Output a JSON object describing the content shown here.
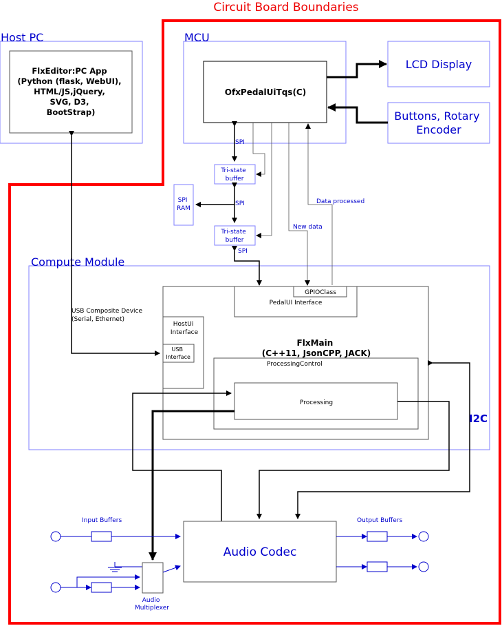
{
  "colors": {
    "boundary": "#ff0000",
    "group_border": "#7f7fff",
    "blue_text": "#0000cc",
    "black": "#000000"
  },
  "title": "Circuit Board Boundaries",
  "groups": {
    "host_pc": "Host PC",
    "mcu": "MCU",
    "compute_module": "Compute Module"
  },
  "blocks": {
    "flxeditor": [
      "FlxEditor:PC App",
      "(Python (flask, WebUI),",
      "HTML/JS,jQuery,",
      "SVG, D3,",
      "BootStrap)"
    ],
    "ofx_pedal": "OfxPedalUiTqs(C)",
    "lcd_display": "LCD Display",
    "buttons": [
      "Buttons, Rotary",
      "Encoder"
    ],
    "tristate_1": [
      "Tri-state",
      "buffer"
    ],
    "tristate_2": [
      "Tri-state",
      "buffer"
    ],
    "spi_ram": [
      "SPI",
      "RAM"
    ],
    "gpio_class": "GPIOClass",
    "pedalui_interface": "PedalUI Interface",
    "hostui_interface": [
      "HostUi",
      "Interface"
    ],
    "usb_interface": [
      "USB",
      "Interface"
    ],
    "flxmain": [
      "FlxMain",
      "(C++11, JsonCPP, JACK)"
    ],
    "processing_control": "ProcessingControl",
    "processing": "Processing",
    "audio_codec": "Audio Codec",
    "audio_mux": [
      "Audio",
      "Multiplexer"
    ]
  },
  "labels": {
    "spi_1": "SPI",
    "spi_2": "SPI",
    "spi_3": "SPI",
    "data_processed": "Data processed",
    "new_data": "New data",
    "usb_composite": [
      "USB Composite Device",
      "(Serial, Ethernet)"
    ],
    "i2c": "I2C",
    "input_buffers": "Input Buffers",
    "output_buffers": "Output Buffers"
  }
}
